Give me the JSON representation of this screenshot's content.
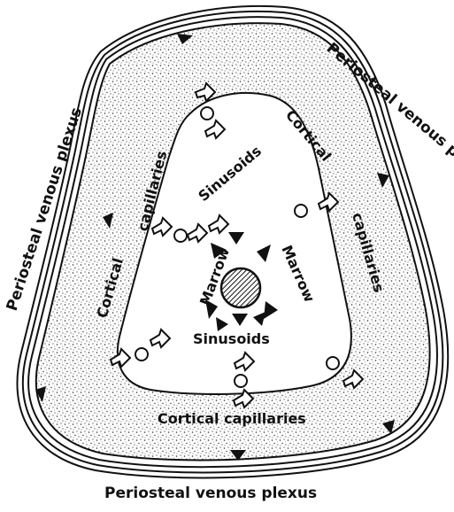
{
  "figure": {
    "labels": {
      "periosteal_venous_plexus": "Periosteal venous plexus",
      "cortical": "Cortical",
      "capillaries": "capillaries",
      "cortical_capillaries": "Cortical capillaries",
      "sinusoids": "Sinusoids",
      "marrow": "Marrow"
    },
    "colors": {
      "ink": "#111111",
      "cortex_fill": "#dcdcdc",
      "background": "#ffffff"
    }
  }
}
